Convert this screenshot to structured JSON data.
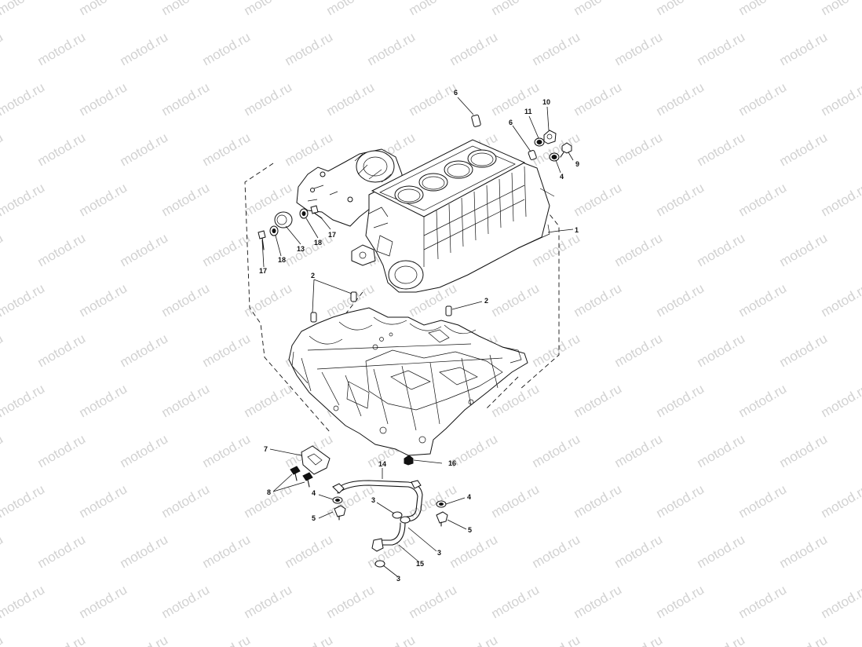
{
  "diagram": {
    "watermark_text": "motod.ru",
    "callouts": {
      "c1": "1",
      "c2a": "2",
      "c2b": "2",
      "c3a": "3",
      "c3b": "3",
      "c3c": "3",
      "c4a": "4",
      "c4b": "4",
      "c4c": "4",
      "c5a": "5",
      "c5b": "5",
      "c6a": "6",
      "c6b": "6",
      "c7": "7",
      "c8": "8",
      "c9": "9",
      "c10": "10",
      "c11": "11",
      "c13": "13",
      "c14": "14",
      "c15": "15",
      "c16": "16",
      "c17a": "17",
      "c17b": "17",
      "c18a": "18",
      "c18b": "18"
    }
  }
}
